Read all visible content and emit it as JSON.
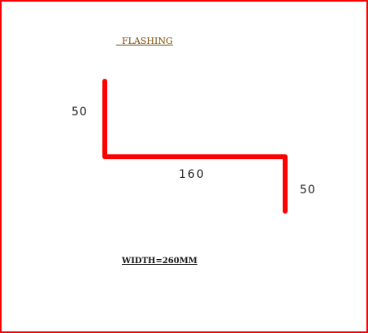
{
  "title": "  FLASHING",
  "dimensions": {
    "left_leg": "50",
    "bottom": "160",
    "right_leg": "50"
  },
  "width_note": "WIDTH=260MM",
  "colors": {
    "frame": "#ff0000",
    "profile_line": "#ff0000",
    "title": "#7a4a00"
  }
}
